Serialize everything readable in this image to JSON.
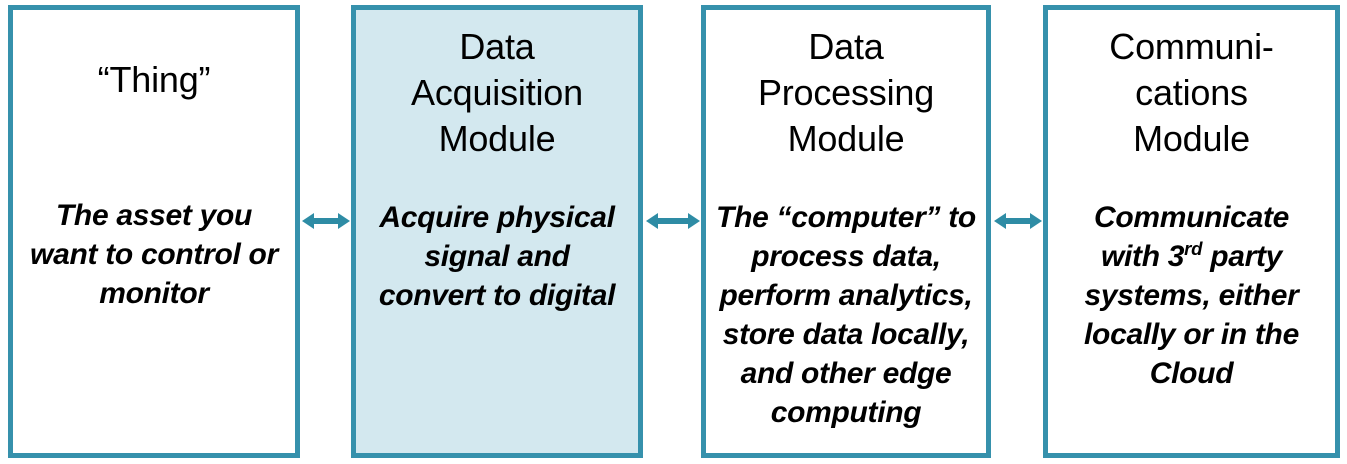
{
  "diagram": {
    "title": "IoT Device Module Block Diagram",
    "accent_color": "#3691ac",
    "arrow_color": "#2e8ca5",
    "highlight_fill": "#d3e8ef",
    "box_fill": "#ffffff",
    "text_color": "#000000",
    "boxes": [
      {
        "id": "thing",
        "title": "“Thing”",
        "description": "The asset you\nwant to control or\nmonitor",
        "highlighted": false
      },
      {
        "id": "data-acquisition-module",
        "title": "Data\nAcquisition\nModule",
        "description": "Acquire physical\nsignal and\nconvert to digital",
        "highlighted": true
      },
      {
        "id": "data-processing-module",
        "title": "Data\nProcessing\nModule",
        "description": "The “computer” to\nprocess data,\nperform analytics,\nstore data locally,\nand other edge\ncomputing",
        "highlighted": false
      },
      {
        "id": "communications-module",
        "title": "Communi-\ncations\nModule",
        "description_pre": "Communicate\nwith 3",
        "description_sup": "rd",
        "description_post": " party\nsystems, either\nlocally or in the\nCloud",
        "description": "Communicate\nwith 3rd party\nsystems, either\nlocally or in the\nCloud",
        "highlighted": false
      }
    ],
    "connectors": [
      {
        "id": "thing-to-acquisition",
        "type": "double-arrow",
        "icon": "double-arrow-horizontal-icon"
      },
      {
        "id": "acquisition-to-processing",
        "type": "double-arrow",
        "icon": "double-arrow-horizontal-icon"
      },
      {
        "id": "processing-to-communications",
        "type": "double-arrow",
        "icon": "double-arrow-horizontal-icon"
      }
    ]
  }
}
